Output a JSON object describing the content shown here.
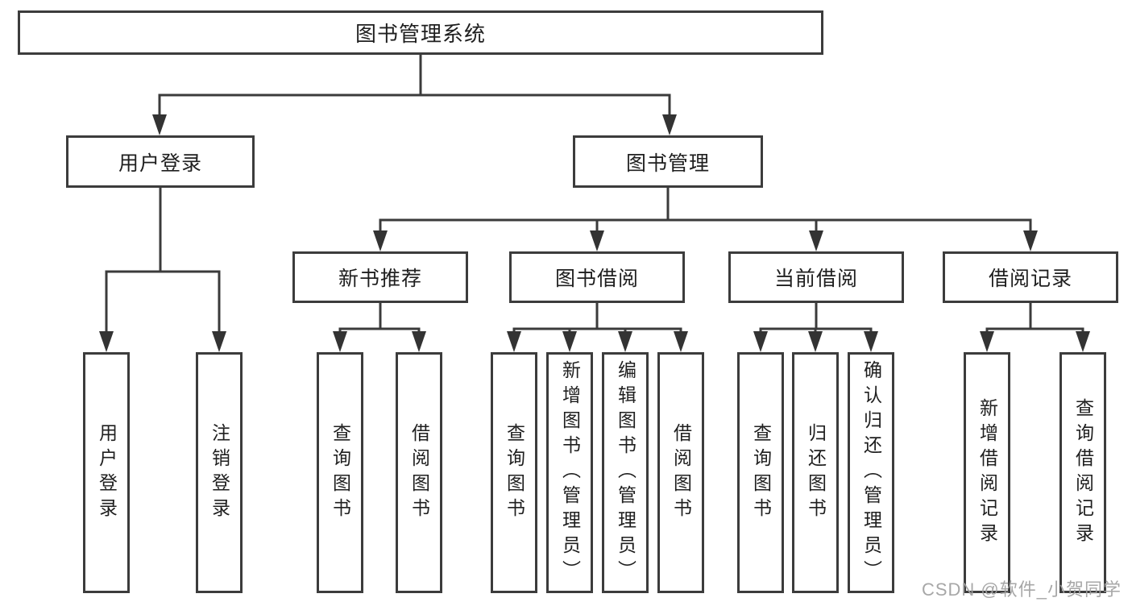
{
  "diagram": {
    "title": "图书管理系统",
    "nodes": {
      "root": {
        "label": "图书管理系统"
      },
      "user_login": {
        "label": "用户登录"
      },
      "book_mgmt": {
        "label": "图书管理"
      },
      "new_book_rec": {
        "label": "新书推荐"
      },
      "book_borrow": {
        "label": "图书借阅"
      },
      "current_borrow": {
        "label": "当前借阅"
      },
      "borrow_records": {
        "label": "借阅记录"
      },
      "leaf_user_login": {
        "label": "用户登录"
      },
      "leaf_logout": {
        "label": "注销登录"
      },
      "leaf_query_book_rec": {
        "label": "查询图书"
      },
      "leaf_borrow_book_rec": {
        "label": "借阅图书"
      },
      "leaf_query_book_borrow": {
        "label": "查询图书"
      },
      "leaf_add_book_admin": {
        "label": "新增图书（管理员）"
      },
      "leaf_edit_book_admin": {
        "label": "编辑图书（管理员）"
      },
      "leaf_borrow_book_borrow": {
        "label": "借阅图书"
      },
      "leaf_query_book_current": {
        "label": "查询图书"
      },
      "leaf_return_book": {
        "label": "归还图书"
      },
      "leaf_confirm_return_admin": {
        "label": "确认归还（管理员）"
      },
      "leaf_add_borrow_record": {
        "label": "新增借阅记录"
      },
      "leaf_query_borrow_record": {
        "label": "查询借阅记录"
      }
    },
    "colors": {
      "line": "#3b3b3b",
      "box_border": "#3c3c3c",
      "text": "#1f1f1f",
      "background": "#ffffff",
      "watermark": "#a0a0a0"
    }
  },
  "watermark": {
    "text": "CSDN @软件_小贺同学"
  }
}
